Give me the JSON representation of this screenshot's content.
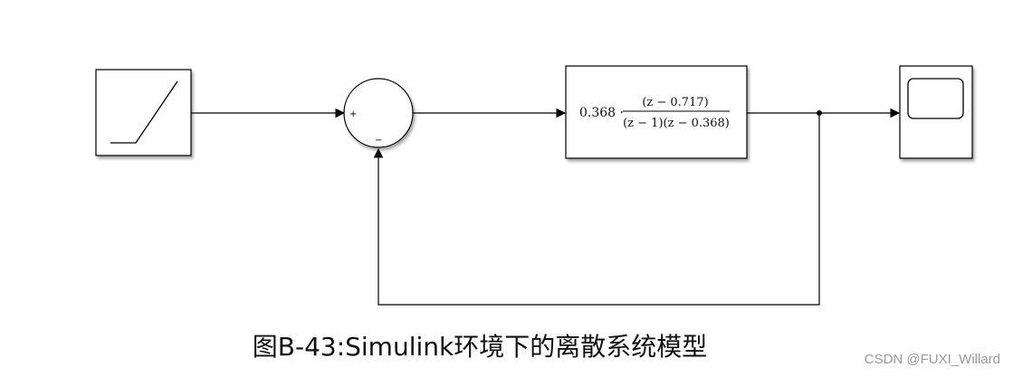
{
  "diagram": {
    "sum_block": {
      "plus_sign": "+",
      "minus_sign": "−"
    },
    "transfer_fcn": {
      "gain": "0.368 ·",
      "numerator": "(z − 0.717)",
      "denominator": "(z − 1)(z − 0.368)"
    }
  },
  "caption": "图B-43:Simulink环境下的离散系统模型",
  "watermark": "CSDN @FUXI_Willard"
}
